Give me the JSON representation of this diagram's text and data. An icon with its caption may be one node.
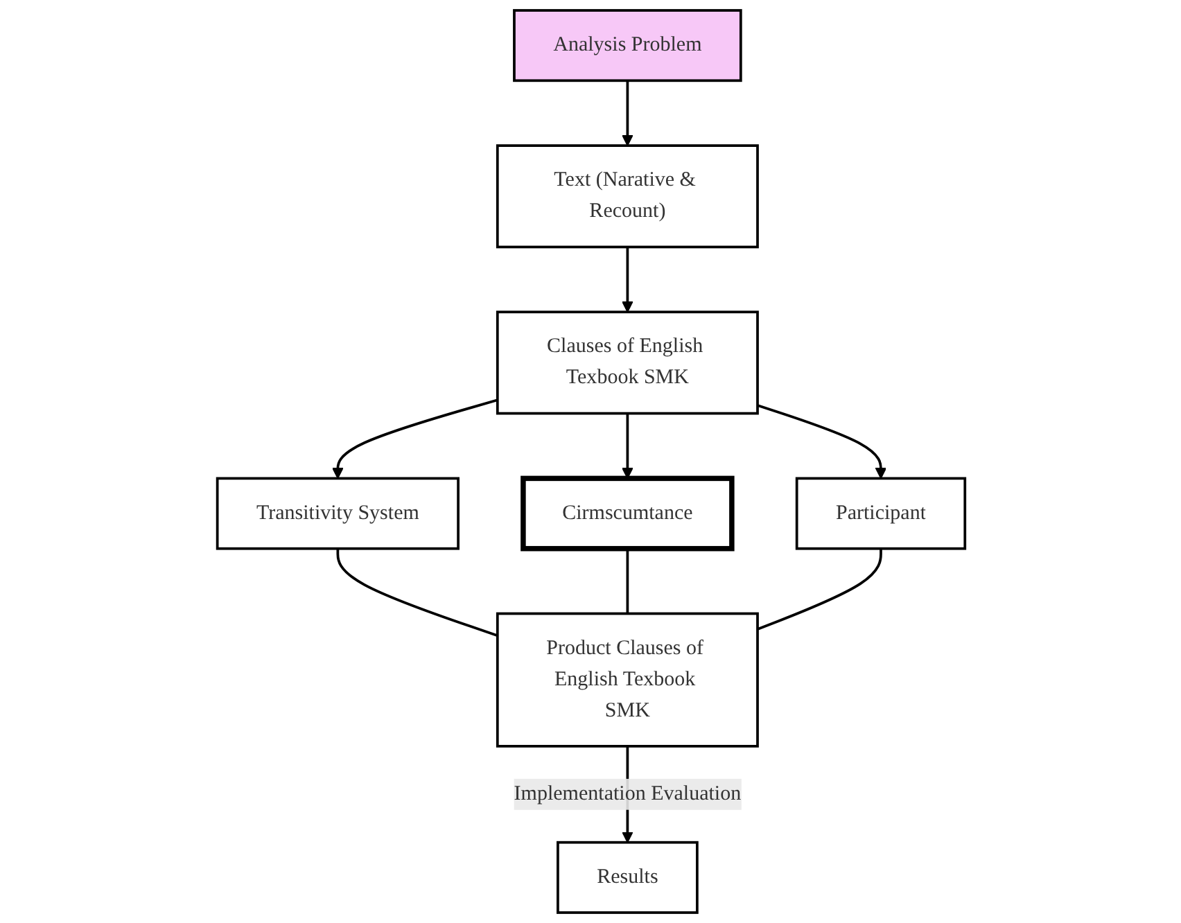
{
  "diagram": {
    "nodes": [
      {
        "text": [
          "Analysis Problem"
        ]
      },
      {
        "text": [
          "Text (Narative & Recount)"
        ]
      },
      {
        "text": [
          "Clauses of English Texbook SMK"
        ]
      },
      {
        "text": [
          "Transitivity System"
        ]
      },
      {
        "text": [
          "Cirmscumtance"
        ]
      },
      {
        "text": [
          "Participant"
        ]
      },
      {
        "text": [
          "Product Clauses of English Texbook SMK"
        ]
      },
      {
        "text": [
          "Results"
        ]
      }
    ],
    "edges": [
      {
        "from": 0,
        "to": 1,
        "arrow": "to"
      },
      {
        "from": 1,
        "to": 2,
        "arrow": "to"
      },
      {
        "from": 2,
        "to": 3,
        "arrow": "to"
      },
      {
        "from": 2,
        "to": 4,
        "arrow": "to"
      },
      {
        "from": 2,
        "to": 5,
        "arrow": "to"
      },
      {
        "from": 3,
        "to": 6,
        "arrow": "none"
      },
      {
        "from": 4,
        "to": 6,
        "arrow": "none"
      },
      {
        "from": 5,
        "to": 6,
        "arrow": "none"
      },
      {
        "from": 6,
        "to": 7,
        "label": "Implementation Evaluation",
        "arrow": "to"
      }
    ]
  }
}
